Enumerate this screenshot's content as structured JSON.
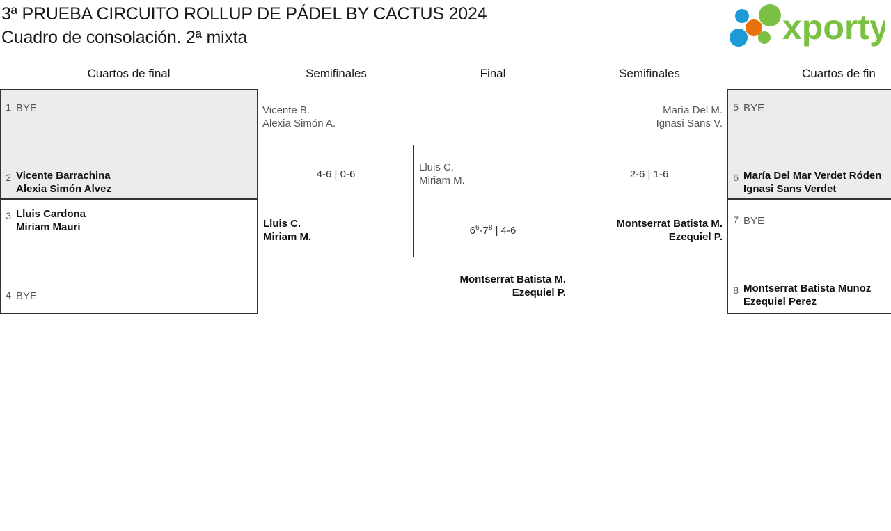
{
  "header": {
    "title_line1": "3ª PRUEBA CIRCUITO ROLLUP DE PÁDEL BY CACTUS 2024",
    "title_line2": "Cuadro de consolación. 2ª mixta",
    "logo_text": "xporty",
    "logo_colors": {
      "green": "#7ac143",
      "blue": "#1b9ad6",
      "orange": "#e8720c"
    }
  },
  "rounds": [
    {
      "label": "Cuartos de final"
    },
    {
      "label": "Semifinales"
    },
    {
      "label": "Final"
    },
    {
      "label": "Semifinales"
    },
    {
      "label": "Cuartos de fin"
    }
  ],
  "bracket": {
    "left_quarters": [
      {
        "shaded": true,
        "entries": [
          {
            "seed": "1",
            "line1": "BYE",
            "line2": "",
            "bye": true
          },
          {
            "seed": "2",
            "line1": "Vicente Barrachina",
            "line2": "Alexia Simón Alvez",
            "bye": false
          }
        ]
      },
      {
        "shaded": false,
        "entries": [
          {
            "seed": "3",
            "line1": "Lluis Cardona",
            "line2": "Miriam Mauri",
            "bye": false
          },
          {
            "seed": "4",
            "line1": "BYE",
            "line2": "",
            "bye": true
          }
        ]
      }
    ],
    "right_quarters": [
      {
        "shaded": true,
        "entries": [
          {
            "seed": "5",
            "line1": "BYE",
            "line2": "",
            "bye": true
          },
          {
            "seed": "6",
            "line1": "María Del Mar Verdet Róden",
            "line2": "Ignasi Sans Verdet",
            "bye": false
          }
        ]
      },
      {
        "shaded": false,
        "entries": [
          {
            "seed": "7",
            "line1": "BYE",
            "line2": "",
            "bye": true
          },
          {
            "seed": "8",
            "line1": "Montserrat Batista Munoz",
            "line2": "Ezequiel Perez",
            "bye": false
          }
        ]
      }
    ],
    "left_semifinal": {
      "loser_line1": "Vicente B.",
      "loser_line2": "Alexia Simón A.",
      "score": "4-6 | 0-6",
      "winner_line1": "Lluis C.",
      "winner_line2": "Miriam M."
    },
    "right_semifinal": {
      "loser_line1": "María Del M.",
      "loser_line2": "Ignasi Sans V.",
      "score": "2-6 | 1-6",
      "winner_line1": "Montserrat Batista M.",
      "winner_line2": "Ezequiel P."
    },
    "final": {
      "loser_line1": "Lluis C.",
      "loser_line2": "Miriam M.",
      "score_part1": "6",
      "score_sup1": "6",
      "score_part2": "-7",
      "score_sup2": "8",
      "score_part3": " | 4-6",
      "winner_line1": "Montserrat Batista M.",
      "winner_line2": "Ezequiel P."
    }
  }
}
